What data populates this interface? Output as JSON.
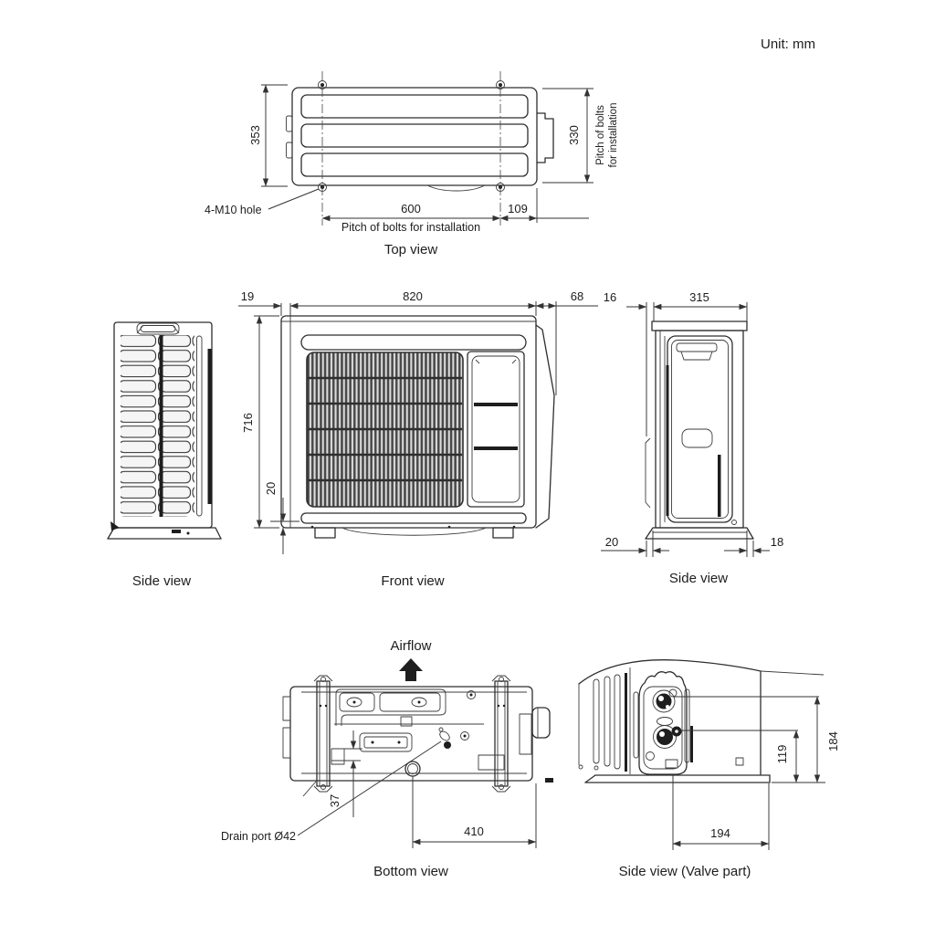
{
  "meta": {
    "unit_label": "Unit: mm"
  },
  "colors": {
    "line": "#2e2e2e",
    "dim": "#333333",
    "text": "#1d1d1d",
    "dark_fill": "#1e1e1e",
    "background": "#ffffff"
  },
  "top_view": {
    "caption": "Top view",
    "dim_depth": "353",
    "dim_bolt_depth": "330",
    "dim_bolt_width": "600",
    "dim_right_offset": "109",
    "note_hole": "4-M10 hole",
    "note_pitch_bottom": "Pitch of bolts for installation",
    "note_pitch_side_line1": "Pitch of bolts",
    "note_pitch_side_line2": "for installation"
  },
  "side_view_left": {
    "caption": "Side view"
  },
  "front_view": {
    "caption": "Front view",
    "dim_lip": "19",
    "dim_width": "820",
    "dim_side": "68",
    "dim_height": "716",
    "dim_bottom": "20"
  },
  "side_view_right": {
    "caption": "Side view",
    "dim_gap": "16",
    "dim_depth": "315",
    "dim_base_left": "20",
    "dim_base_right": "18"
  },
  "bottom_view": {
    "caption": "Bottom view",
    "airflow_label": "Airflow",
    "dim_drain_offset": "37",
    "dim_drain_to_edge": "410",
    "note_drain": "Drain port Ø42"
  },
  "valve_view": {
    "caption": "Side view (Valve part)",
    "dim_lower": "119",
    "dim_upper": "184",
    "dim_width": "194"
  }
}
